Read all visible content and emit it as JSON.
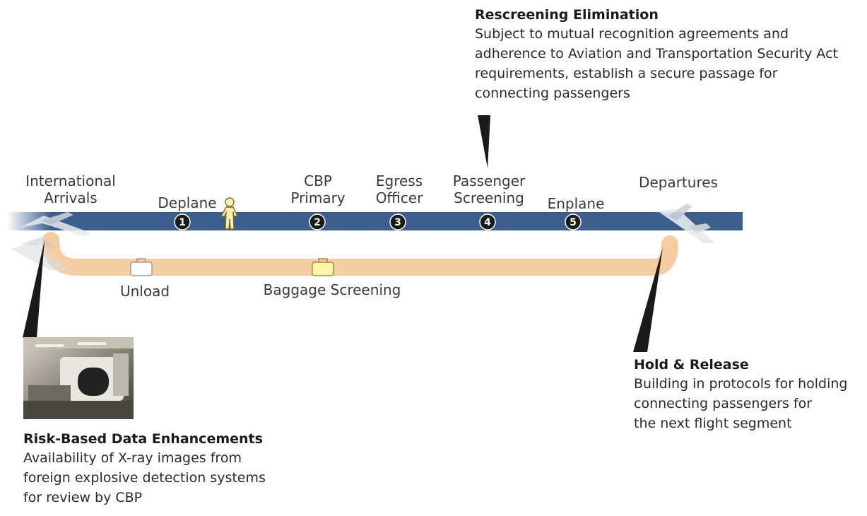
{
  "stages": {
    "international_arrivals": [
      "International",
      "Arrivals"
    ],
    "deplane": "Deplane",
    "cbp_primary": [
      "CBP",
      "Primary"
    ],
    "egress_officer": [
      "Egress",
      "Officer"
    ],
    "passenger_screening": [
      "Passenger",
      "Screening"
    ],
    "enplane": "Enplane",
    "departures": "Departures"
  },
  "step_numbers": [
    "1",
    "2",
    "3",
    "4",
    "5"
  ],
  "baggage": {
    "unload": "Unload",
    "baggage_screening": "Baggage Screening"
  },
  "callouts": {
    "rescreening": {
      "title": "Rescreening Elimination",
      "lines": [
        "Subject to mutual recognition agreements and",
        "adherence to Aviation and Transportation Security Act",
        "requirements, establish a secure passage for",
        "connecting passengers"
      ]
    },
    "hold_release": {
      "title": "Hold & Release",
      "lines": [
        "Building in protocols for holding",
        "connecting passengers for",
        "the next flight  segment"
      ]
    },
    "risk_based": {
      "title": "Risk-Based Data Enhancements",
      "lines": [
        "Availability of X-ray images from",
        "foreign explosive detection systems",
        "for review by CBP"
      ]
    }
  },
  "colors": {
    "passenger_track": "#3c5f8d",
    "baggage_track": "#f5c99a",
    "pointer": "#1a1a1a"
  }
}
